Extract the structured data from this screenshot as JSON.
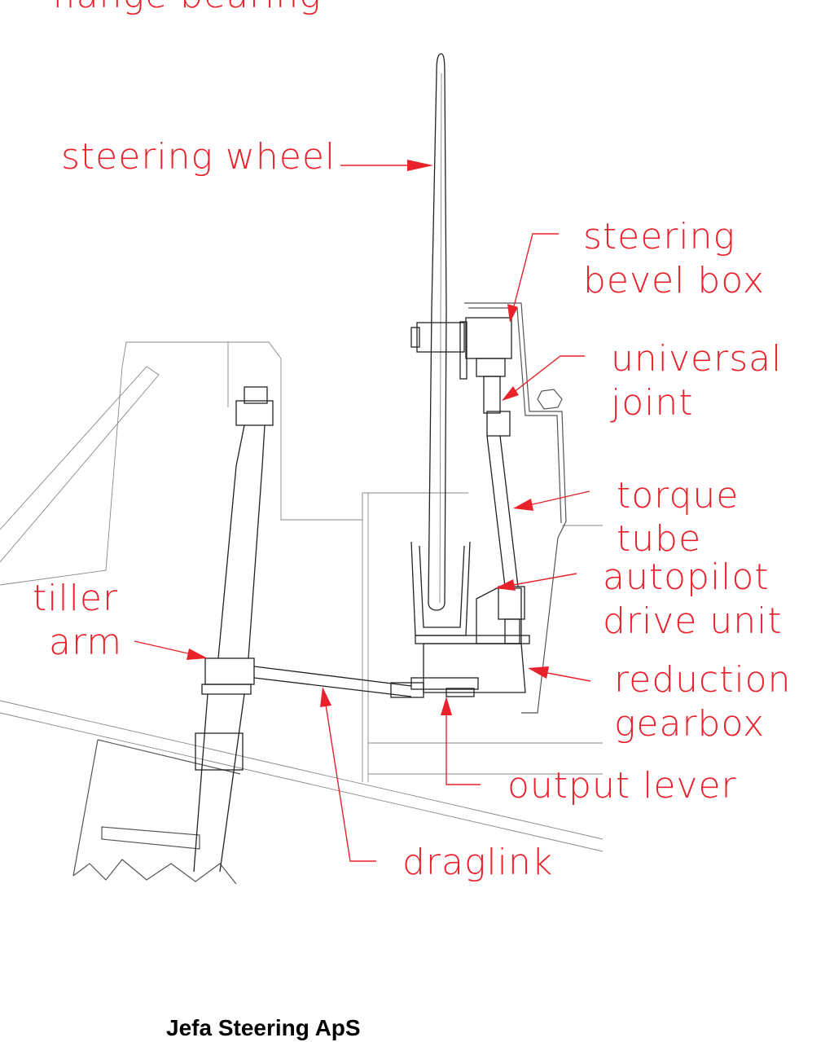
{
  "top_partial_label": "flange bearing",
  "labels": {
    "steering_wheel": "steering wheel",
    "steering_bevel_box": [
      "steering",
      "bevel box"
    ],
    "universal_joint": [
      "universal",
      "joint"
    ],
    "torque_tube": [
      "torque",
      "tube"
    ],
    "autopilot_drive_unit": [
      "autopilot",
      "drive unit"
    ],
    "tiller_arm": [
      "tiller",
      "arm"
    ],
    "reduction_gearbox": [
      "reduction",
      "gearbox"
    ],
    "output_lever": "output lever",
    "draglink": "draglink"
  },
  "company": "Jefa Steering ApS",
  "colors": {
    "label": "#e8212b",
    "drawing": "#555555",
    "company": "#000000"
  }
}
